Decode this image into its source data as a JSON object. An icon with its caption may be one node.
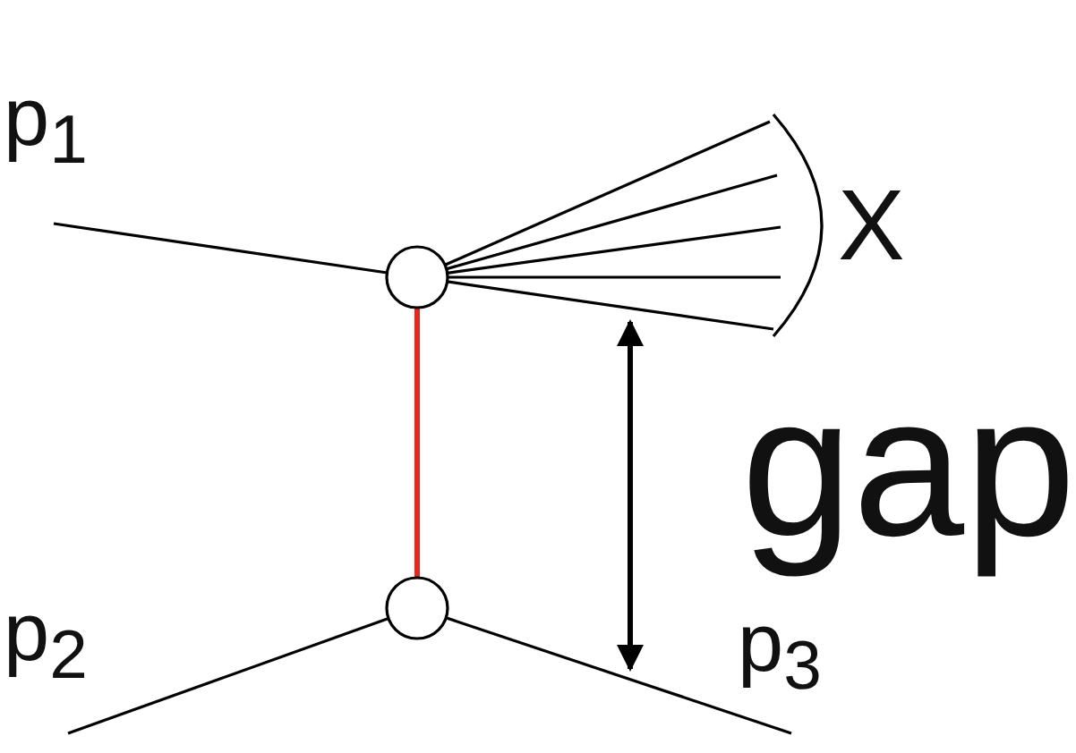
{
  "diagram": {
    "nodes": [
      {
        "text": [
          "p$_{1}$"
        ]
      },
      {
        "text": [],
        "shape": "circle"
      },
      {
        "text": [
          "X"
        ]
      },
      {
        "text": [],
        "shape": "circle"
      },
      {
        "text": [
          "p$_{2}$"
        ]
      },
      {
        "text": [
          "p$_{3}$"
        ]
      }
    ],
    "edges": [
      {
        "from": 0,
        "to": 1,
        "arrow": "none"
      },
      {
        "from": 1,
        "to": 2,
        "arrow": "none"
      },
      {
        "from": 1,
        "to": 2,
        "arrow": "none"
      },
      {
        "from": 1,
        "to": 2,
        "arrow": "none"
      },
      {
        "from": 1,
        "to": 2,
        "arrow": "none"
      },
      {
        "from": 1,
        "to": 2,
        "arrow": "none"
      },
      {
        "from": 1,
        "to": 3,
        "arrow": "none",
        "color": "#e8261b"
      },
      {
        "from": 4,
        "to": 3,
        "arrow": "none"
      },
      {
        "from": 3,
        "to": 5,
        "arrow": "none"
      }
    ],
    "labels": [
      "gap"
    ]
  }
}
